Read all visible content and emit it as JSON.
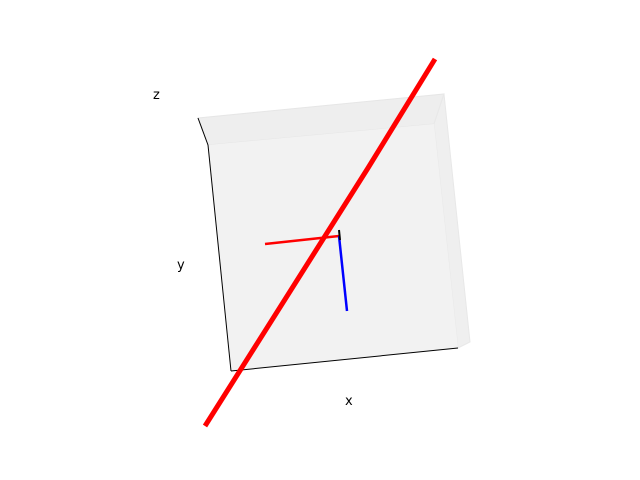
{
  "chart_data": {
    "type": "line3d",
    "axis_labels": {
      "x": "x",
      "y": "y",
      "z": "z"
    },
    "grid": false,
    "pane_color": "#f2f2f2",
    "series": [
      {
        "color": "#ff0000",
        "style": "thick"
      },
      {
        "color": "#ff0000"
      },
      {
        "color": "#0000ff"
      },
      {
        "color": "#000000"
      }
    ]
  }
}
